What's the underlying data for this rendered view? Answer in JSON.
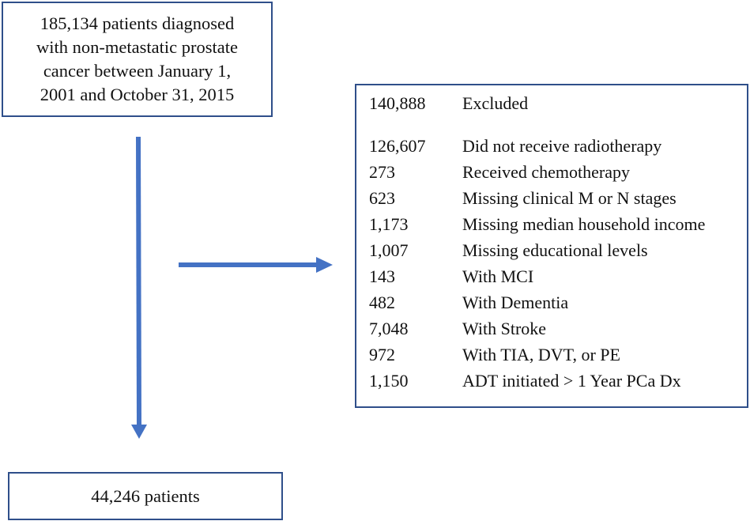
{
  "flowchart": {
    "start": {
      "text": "185,134 patients diagnosed\nwith non-metastatic prostate\ncancer between January 1,\n2001 and October 31, 2015"
    },
    "excluded": {
      "total": {
        "count": "140,888",
        "label": "Excluded"
      },
      "reasons": [
        {
          "count": "126,607",
          "label": "Did not receive radiotherapy"
        },
        {
          "count": "273",
          "label": "Received chemotherapy"
        },
        {
          "count": "623",
          "label": "Missing clinical M or N stages"
        },
        {
          "count": "1,173",
          "label": "Missing median household income"
        },
        {
          "count": "1,007",
          "label": "Missing educational levels"
        },
        {
          "count": "143",
          "label": "With MCI"
        },
        {
          "count": "482",
          "label": "With Dementia"
        },
        {
          "count": "7,048",
          "label": "With Stroke"
        },
        {
          "count": "972",
          "label": "With TIA, DVT, or PE"
        },
        {
          "count": "1,150",
          "label": "ADT initiated > 1 Year PCa Dx"
        }
      ]
    },
    "final": {
      "text": "44,246 patients"
    },
    "colors": {
      "border": "#2f4f8a",
      "arrow": "#4472c4"
    }
  }
}
